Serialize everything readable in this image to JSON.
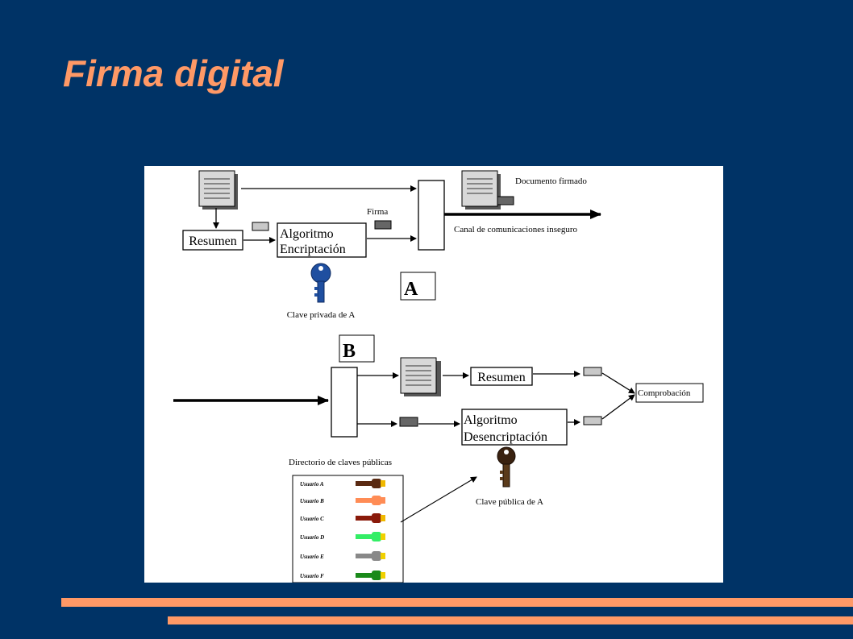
{
  "slide": {
    "title": "Firma digital"
  },
  "colors": {
    "background": "#003366",
    "title": "#FF9966",
    "accent_bar": "#FF9966",
    "panel": "#FFFFFF"
  },
  "diagram_a": {
    "box_label": "A",
    "resumen": "Resumen",
    "algoritmo_line1": "Algoritmo",
    "algoritmo_line2": "Encriptación",
    "firma": "Firma",
    "documento_firmado": "Documento firmado",
    "canal": "Canal de comunicaciones inseguro",
    "clave_privada": "Clave privada de A"
  },
  "diagram_b": {
    "box_label": "B",
    "resumen": "Resumen",
    "algoritmo_line1": "Algoritmo",
    "algoritmo_line2": "Desencriptación",
    "comprobacion": "Comprobación",
    "clave_publica": "Clave pública de A",
    "directorio_title": "Directorio de claves públicas",
    "users": [
      {
        "label": "Usuario A",
        "color": "#5a2a12",
        "tip": "#f0b800"
      },
      {
        "label": "Usuario B",
        "color": "#ff8c55",
        "tip": "#ff8c55"
      },
      {
        "label": "Usuario C",
        "color": "#8a1a0a",
        "tip": "#f0b800"
      },
      {
        "label": "Usuario D",
        "color": "#33ee66",
        "tip": "#f0d000"
      },
      {
        "label": "Usuario E",
        "color": "#888888",
        "tip": "#f0d000"
      },
      {
        "label": "Usuario F",
        "color": "#1a8a1a",
        "tip": "#f0d000"
      }
    ]
  }
}
